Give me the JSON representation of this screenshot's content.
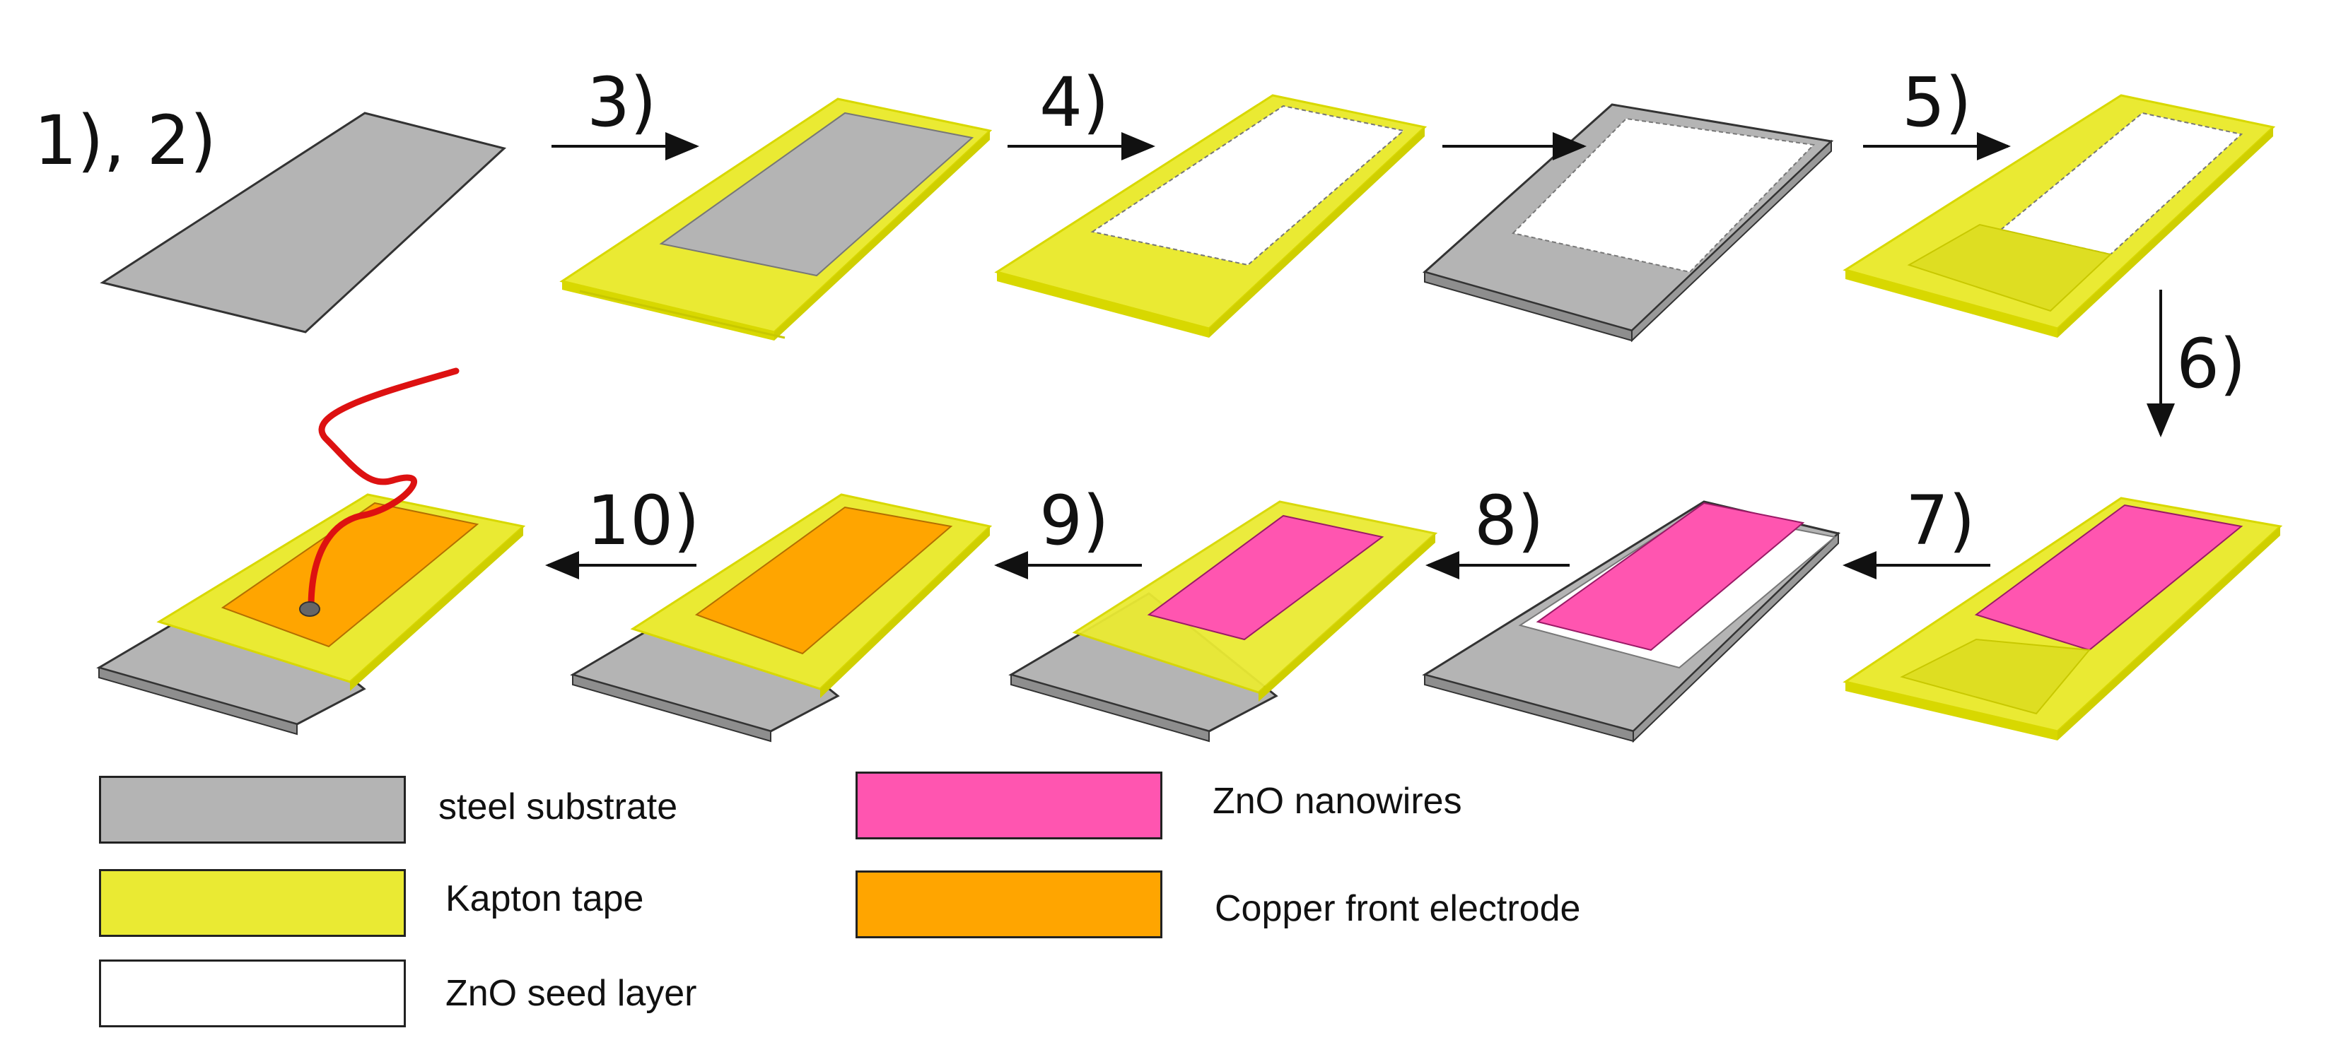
{
  "colors": {
    "steel": "#b4b4b4",
    "kapton": "#eaea33",
    "kapton_dark": "#d8d800",
    "seed": "#ffffff",
    "nanowires": "#ff55b0",
    "copper": "#ffa500",
    "wire": "#dd1111",
    "edge": "#333333"
  },
  "steps": {
    "s12": "1), 2)",
    "s3": "3)",
    "s4": "4)",
    "s5": "5)",
    "s6": "6)",
    "s7": "7)",
    "s8": "8)",
    "s9": "9)",
    "s10": "10)"
  },
  "legend": [
    {
      "label": "steel substrate",
      "color": "#b4b4b4"
    },
    {
      "label": "Kapton tape",
      "color": "#eaea33"
    },
    {
      "label": "ZnO seed layer",
      "color": "#ffffff"
    },
    {
      "label": "ZnO nanowires",
      "color": "#ff55b0"
    },
    {
      "label": "Copper front electrode",
      "color": "#ffa500"
    }
  ]
}
